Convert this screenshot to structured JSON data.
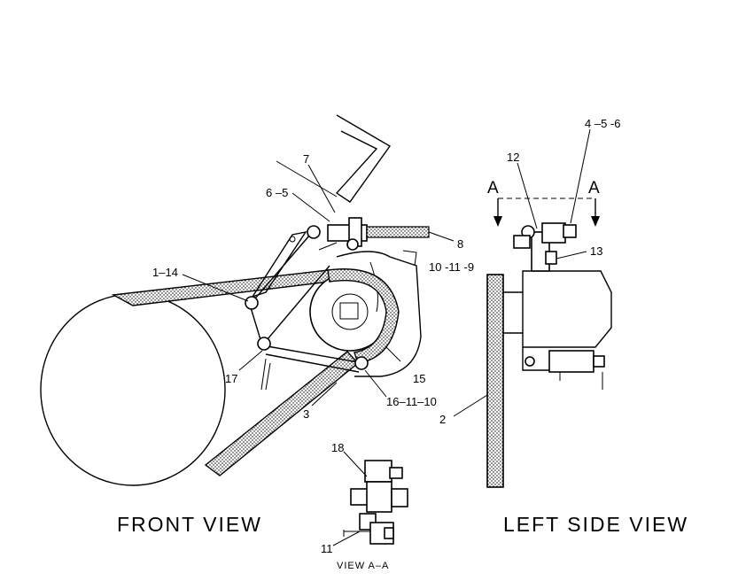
{
  "callouts": {
    "c_7": "7",
    "c_6_5": "6 –5",
    "c_8": "8",
    "c_10_11_9": "10 -11 -9",
    "c_1_14": "1–14",
    "c_17": "17",
    "c_15": "15",
    "c_16_11_10": "16–11–10",
    "c_3": "3",
    "c_12": "12",
    "c_4_5_6": "4 –5  -6",
    "c_13": "13",
    "c_2": "2",
    "c_18": "18",
    "c_11": "11",
    "section_a_left": "A",
    "section_a_right": "A"
  },
  "labels": {
    "front_view": "FRONT  VIEW",
    "left_side_view": "LEFT  SIDE  VIEW",
    "view_a_a": "VIEW  A–A"
  },
  "colors": {
    "line": "#000000",
    "background": "#ffffff"
  }
}
